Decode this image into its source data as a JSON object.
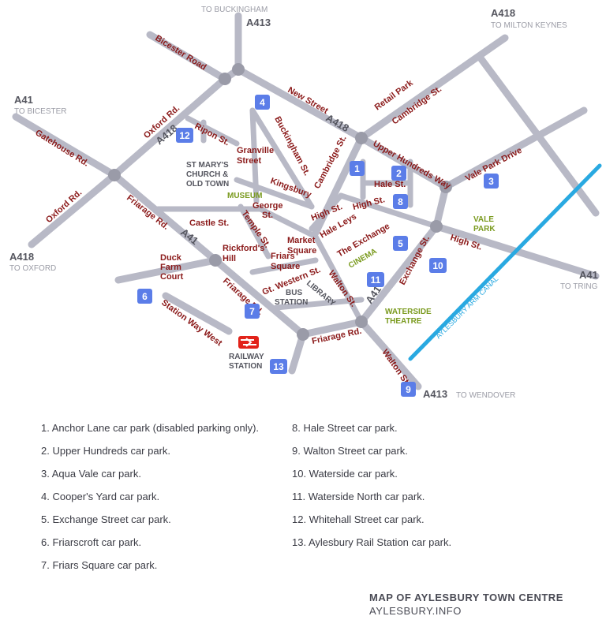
{
  "map": {
    "roads": {
      "a413_north": "A413",
      "a413_north_dest": "TO BUCKINGHAM",
      "a418_ne": "A418",
      "a418_ne_dest": "TO MILTON KEYNES",
      "a41_nw": "A41",
      "a41_nw_dest": "TO BICESTER",
      "a418_sw": "A418",
      "a418_sw_dest": "TO OXFORD",
      "a41_e": "A41",
      "a41_e_dest": "TO TRING",
      "a413_s": "A413",
      "a413_s_dest": "TO WENDOVER",
      "a418_ring_n": "A418",
      "a418_ring_w": "A418",
      "a41_ring_sw": "A41",
      "a41_ring_s": "A41"
    },
    "streets": {
      "bicester_road": "Bicester Road",
      "oxford_rd_ne": "Oxford Rd.",
      "ripon_st": "Ripon St.",
      "gatehouse_rd": "Gatehouse Rd.",
      "oxford_rd_sw": "Oxford Rd.",
      "new_street": "New Street",
      "retail_park": "Retail Park",
      "cambridge_st_ne": "Cambridge St.",
      "buckingham_st": "Buckingham St.",
      "granville_street": "Granville Street",
      "cambridge_st": "Cambridge St.",
      "upper_hundreds_way": "Upper Hundreds Way",
      "vale_park_drive": "Vale Park Drive",
      "hale_st": "Hale St.",
      "kingsbury": "Kingsbury",
      "george_st": "George St.",
      "high_st_1": "High St.",
      "high_st_2": "High St.",
      "high_st_3": "High St.",
      "castle_st": "Castle St.",
      "temple_st": "Temple St.",
      "friarage_rd_w": "Friarage Rd.",
      "hale_leys": "Hale Leys",
      "the_exchange": "The Exchange",
      "market_square": "Market Square",
      "rickfords_hill": "Rickford's Hill",
      "friars_square": "Friars Square",
      "exchange_st": "Exchange St.",
      "duck_farm_court": "Duck Farm Court",
      "gt_western_st": "Gt. Western St.",
      "walton_st_n": "Walton St.",
      "friarage_rd_sw": "Friarage Rd.",
      "station_way_west": "Station Way West",
      "friarage_rd_s": "Friarage Rd.",
      "walton_st_s": "Walton St."
    },
    "places": {
      "st_marys": [
        "ST MARY'S",
        "CHURCH &",
        "OLD TOWN"
      ],
      "museum": "MUSEUM",
      "vale_park": [
        "VALE",
        "PARK"
      ],
      "cinema": "CINEMA",
      "bus_station": [
        "BUS",
        "STATION"
      ],
      "library": "LIBRARY",
      "waterside_theatre": [
        "WATERSIDE",
        "THEATRE"
      ],
      "railway_station": [
        "RAILWAY",
        "STATION"
      ],
      "canal": "AYLESBURY ARM CANAL"
    },
    "car_park_markers": [
      "1",
      "2",
      "3",
      "4",
      "5",
      "6",
      "7",
      "8",
      "9",
      "10",
      "11",
      "12",
      "13"
    ]
  },
  "legend": {
    "left": [
      "1. Anchor Lane car park (disabled parking only).",
      "2. Upper Hundreds car park.",
      "3. Aqua Vale car park.",
      "4. Cooper's Yard car park.",
      "5. Exchange Street car park.",
      "6. Friarscroft car park.",
      "7. Friars Square car park."
    ],
    "right": [
      "8. Hale Street car park.",
      "9. Walton Street car park.",
      "10. Waterside car park.",
      "11. Waterside North car park.",
      "12. Whitehall Street car park.",
      "13. Aylesbury Rail Station car park."
    ]
  },
  "footer": {
    "title": "MAP OF AYLESBURY TOWN CENTRE",
    "site": "AYLESBURY.INFO"
  },
  "colors": {
    "road": "#b8b9c6",
    "roundabout": "#9a9ba8",
    "street_label": "#8b1a1a",
    "car_park": "#5b7de8",
    "canal": "#29a9e1",
    "landmark_green": "#7a9a1e",
    "rail": "#e2231a"
  }
}
